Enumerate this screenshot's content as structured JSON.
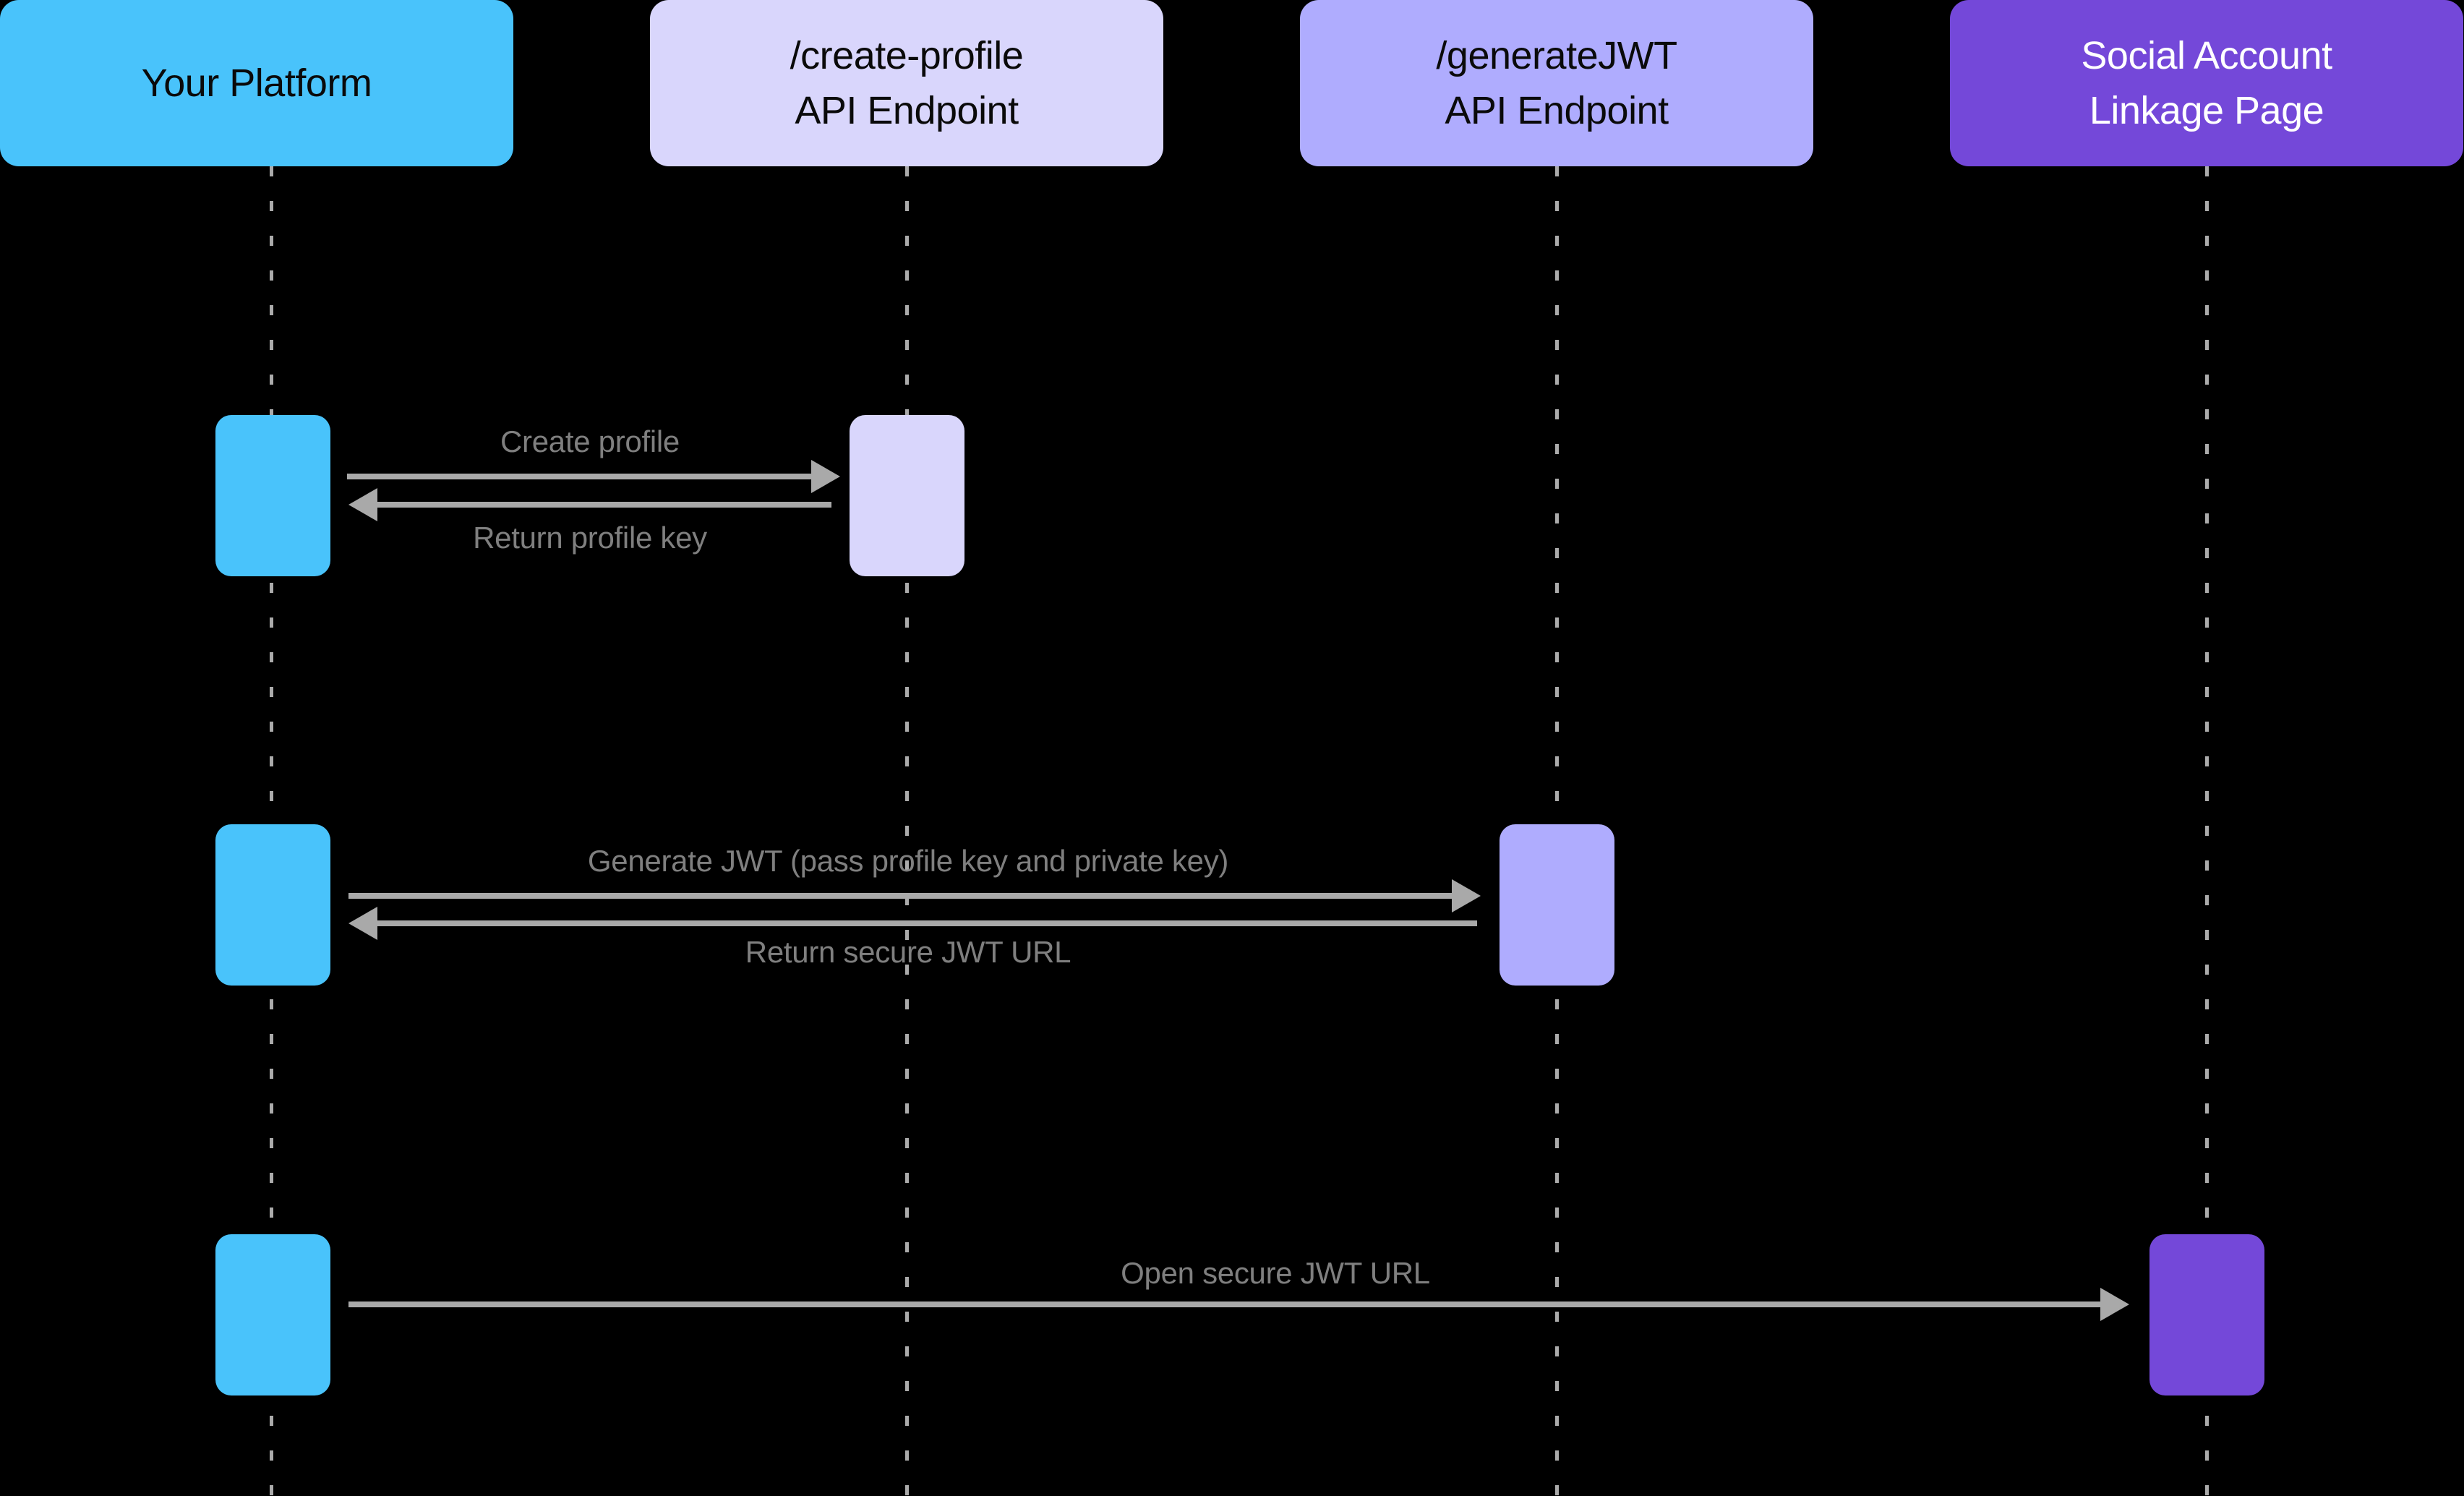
{
  "diagram": {
    "type": "sequence-diagram",
    "background": "#000000",
    "colors": {
      "bg": "#000000",
      "lifeline": "#ABABAB",
      "arrow": "#A9A9A9",
      "label": "#7F7F7F"
    },
    "actors": [
      {
        "id": "your-platform",
        "label": "Your Platform",
        "color": "#49C3FB",
        "text_color": "#0A0A0A"
      },
      {
        "id": "create-profile-endpoint",
        "label": "/create-profile\nAPI Endpoint",
        "color": "#D9D6FC",
        "text_color": "#0A0A0A"
      },
      {
        "id": "generate-jwt-endpoint",
        "label": "/generateJWT\nAPI Endpoint",
        "color": "#AFACFE",
        "text_color": "#0A0A0A"
      },
      {
        "id": "social-account-linkage",
        "label": "Social Account\nLinkage Page",
        "color": "#7448D9",
        "text_color": "#FFFFFF"
      }
    ],
    "messages": [
      {
        "from": "your-platform",
        "to": "create-profile-endpoint",
        "direction": "right",
        "label": "Create profile"
      },
      {
        "from": "create-profile-endpoint",
        "to": "your-platform",
        "direction": "left",
        "label": "Return profile key"
      },
      {
        "from": "your-platform",
        "to": "generate-jwt-endpoint",
        "direction": "right",
        "label": "Generate JWT (pass profile key and private key)"
      },
      {
        "from": "generate-jwt-endpoint",
        "to": "your-platform",
        "direction": "left",
        "label": "Return secure JWT URL"
      },
      {
        "from": "your-platform",
        "to": "social-account-linkage",
        "direction": "right",
        "label": "Open secure JWT URL"
      }
    ]
  }
}
